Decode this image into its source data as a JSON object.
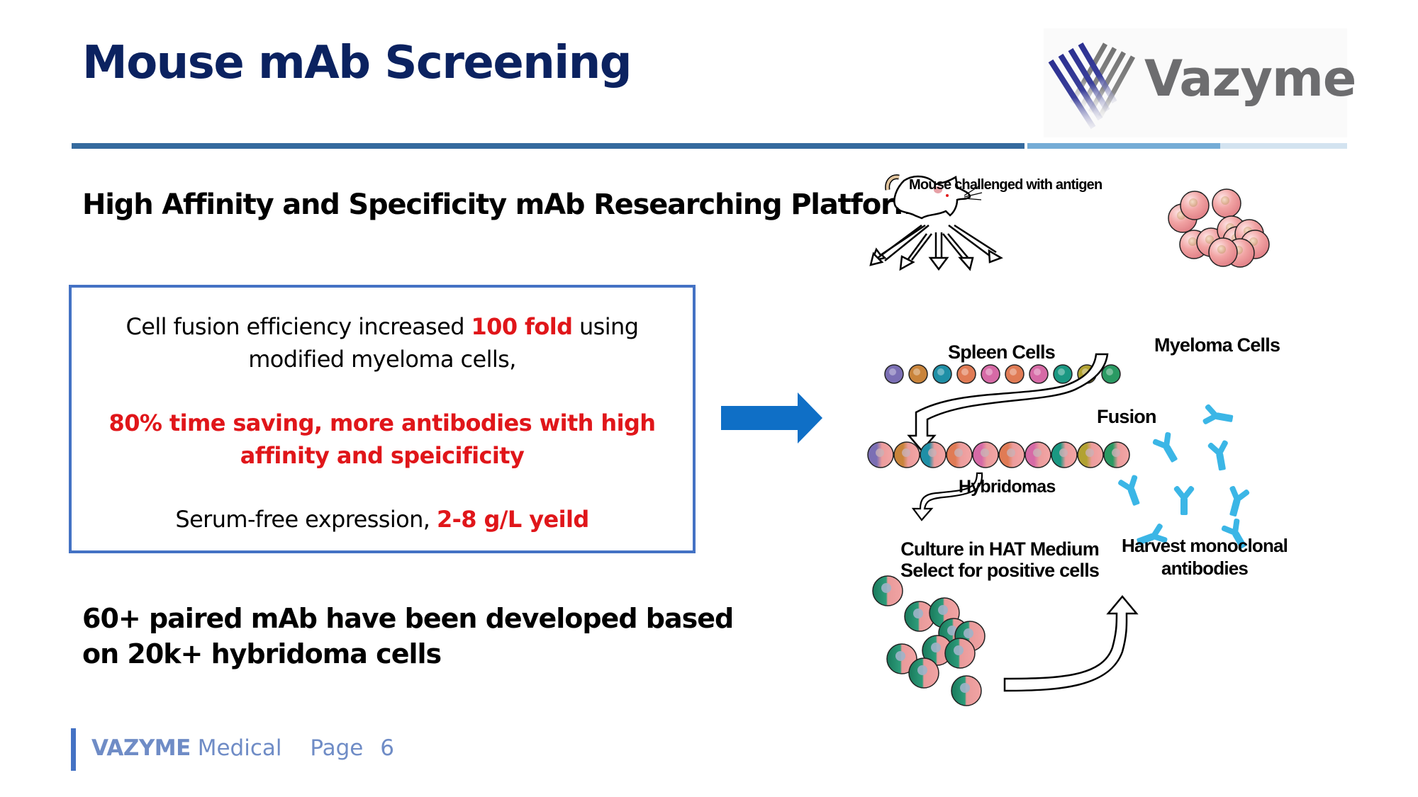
{
  "slide": {
    "title": "Mouse mAb Screening",
    "subtitle": "High Affinity and Specificity mAb Researching Platform",
    "logo": {
      "text": "Vazyme",
      "icon": "vazyme-chevron-logo-icon"
    },
    "rule_colors": [
      "#356a9e",
      "#75acd6",
      "#d3e3f0"
    ]
  },
  "highlight_box": {
    "line1_pre": "Cell fusion efficiency increased ",
    "line1_red": "100 fold",
    "line1_post": " using",
    "line2": "modified myeloma cells,",
    "line3": "80% time saving, more antibodies with high",
    "line4": "affinity  and speicificity",
    "line5_pre": "Serum-free expression, ",
    "line5_red": "2-8 g/L yeild",
    "border_color": "#4472c4",
    "accent_color": "#e0161a"
  },
  "bottom": {
    "line1": "60+ paired mAb have been developed based",
    "line2": "on 20k+ hybridoma cells"
  },
  "arrow": {
    "icon": "right-arrow-icon",
    "color": "#0f6fc6"
  },
  "diagram": {
    "mouse_label": "Mouse challenged with antigen",
    "spleen_label": "Spleen Cells",
    "myeloma_label": "Myeloma Cells",
    "fusion_label": "Fusion",
    "hybridoma_label": "Hybridomas",
    "culture_label_1": "Culture in HAT Medium",
    "culture_label_2": "Select for positive cells",
    "harvest_label_1": "Harvest monoclonal",
    "harvest_label_2": "antibodies",
    "spleen_cell_colors": [
      "#7b6fb4",
      "#c9843b",
      "#1f8fa6",
      "#e07b55",
      "#d66aa6",
      "#e07b55",
      "#d66aa6",
      "#1a9882",
      "#b2a232",
      "#2a9a63"
    ],
    "antibody_color": "#3bb6e6"
  },
  "footer": {
    "brand": "VAZYME",
    "division": "Medical",
    "page_label": "Page",
    "page_number": "6"
  }
}
